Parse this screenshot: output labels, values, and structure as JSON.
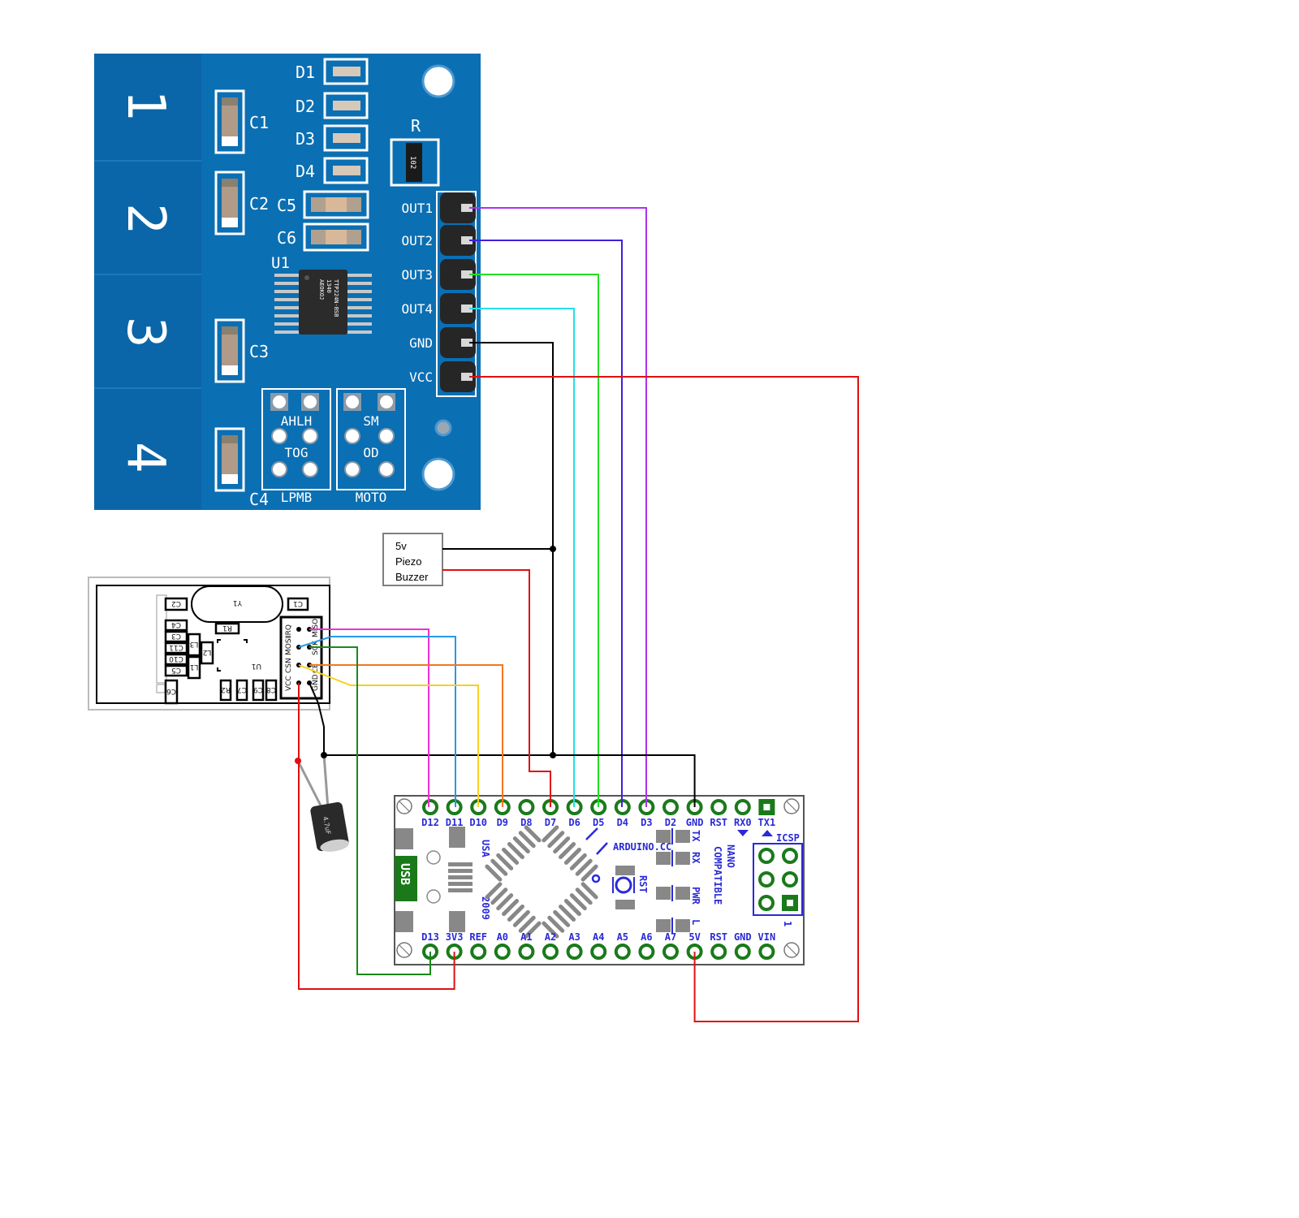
{
  "touch_module": {
    "pads": [
      "1",
      "2",
      "3",
      "4"
    ],
    "leds": [
      "D1",
      "D2",
      "D3",
      "D4"
    ],
    "caps": [
      "C1",
      "C2",
      "C3",
      "C4",
      "C5",
      "C6"
    ],
    "resistor_label": "R",
    "resistor_code": "102",
    "ic_label": "U1",
    "ic_marking": [
      "TTP224N-BSB",
      "1340",
      "AEOKOJ"
    ],
    "header_pins": [
      "OUT1",
      "OUT2",
      "OUT3",
      "OUT4",
      "GND",
      "VCC"
    ],
    "jumper_groups": [
      {
        "name": "LPMB",
        "labels": [
          "AHLH",
          "TOG"
        ]
      },
      {
        "name": "MOTO",
        "labels": [
          "SM",
          "OD"
        ]
      }
    ],
    "board_color": "#0b6fb3"
  },
  "buzzer": {
    "lines": [
      "5v",
      "Piezo",
      "Buzzer"
    ]
  },
  "nrf_module": {
    "crystal": "Y1",
    "ic": "U1",
    "parts": [
      "C1",
      "C2",
      "C3",
      "C4",
      "C5",
      "C6",
      "C7",
      "C8",
      "C9",
      "C10",
      "C11",
      "R1",
      "R2",
      "L1",
      "L2",
      "L3"
    ],
    "pins_row1": [
      "IRQ",
      "MOSI",
      "CSN",
      "VCC"
    ],
    "pins_row2": [
      "MISO",
      "SCK",
      "CE",
      "GND"
    ]
  },
  "capacitor": {
    "marking": "4.7uF"
  },
  "arduino": {
    "top_pins": [
      "D12",
      "D11",
      "D10",
      "D9",
      "D8",
      "D7",
      "D6",
      "D5",
      "D4",
      "D3",
      "D2",
      "GND",
      "RST",
      "RX0",
      "TX1"
    ],
    "bottom_pins": [
      "D13",
      "3V3",
      "REF",
      "A0",
      "A1",
      "A2",
      "A3",
      "A4",
      "A5",
      "A6",
      "A7",
      "5V",
      "RST",
      "GND",
      "VIN"
    ],
    "usb_label": "USB",
    "usa_label": "USA",
    "year_label": "2009",
    "site_label": "ARDUINO.CC",
    "rst_label": "RST",
    "led_labels": [
      "TX",
      "RX",
      "PWR",
      "L"
    ],
    "nano_label": "NANO",
    "compatible_label": "COMPATIBLE",
    "icsp_label": "ICSP",
    "icsp_pin1": "1",
    "pad_color": "#1a7a1a",
    "label_color": "#2a2ad8"
  },
  "wires": [
    {
      "from": "OUT1",
      "to": "D3",
      "color": "#b030f0"
    },
    {
      "from": "OUT2",
      "to": "D4",
      "color": "#4020e0"
    },
    {
      "from": "OUT3",
      "to": "D5",
      "color": "#22e022"
    },
    {
      "from": "OUT4",
      "to": "D6",
      "color": "#22e0e8"
    },
    {
      "from": "GND",
      "to": "GND",
      "color": "#000000"
    },
    {
      "from": "VCC",
      "to": "5V",
      "color": "#e01010"
    },
    {
      "from": "Buzzer+",
      "to": "D7",
      "color": "#e01010"
    },
    {
      "from": "IRQ",
      "to": "D12",
      "color": "#f030d0"
    },
    {
      "from": "MOSI",
      "to": "D11",
      "color": "#2898e8"
    },
    {
      "from": "CSN",
      "to": "D10",
      "color": "#f8d020"
    },
    {
      "from": "CE",
      "to": "D9",
      "color": "#f07820"
    },
    {
      "from": "SCK",
      "to": "D13",
      "color": "#1a8a1a"
    },
    {
      "from": "VCC(nRF)",
      "to": "3V3",
      "color": "#e01010"
    }
  ]
}
